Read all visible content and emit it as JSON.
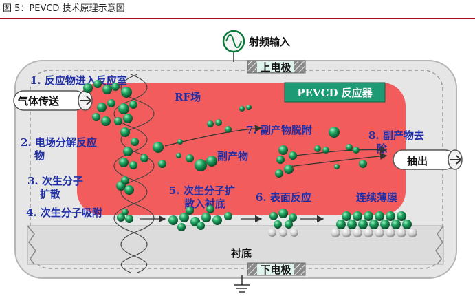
{
  "title": "图 5：PEVCD 技术原理示意图",
  "diagram": {
    "rf_input": "射频输入",
    "upper_electrode": "上电极",
    "lower_electrode": "下电极",
    "reactor_label": "PEVCD 反应器",
    "rf_field": "RF场",
    "gas_delivery": "气体传送",
    "exhaust": "抽出",
    "substrate": "衬底",
    "byproduct": "副产物",
    "continuous_film": "连续薄膜",
    "steps": {
      "s1": "1. 反应物进入反应室",
      "s2_l1": "2. 电场分解反应",
      "s2_l2": "物",
      "s3_l1": "3. 次生分子",
      "s3_l2": "扩散",
      "s4": "4. 次生分子吸附",
      "s5_l1": "5. 次生分子扩",
      "s5_l2": "散入衬底",
      "s6": "6. 表面反应",
      "s7": "7. 副产物脱附",
      "s8_l1": "8. 副产物去",
      "s8_l2": "除"
    },
    "colors": {
      "plasma": "#f25c5c",
      "chamber": "#e6e6e6",
      "molecule": "#1b9a5a",
      "electrode": "#7a7a7a",
      "reactor_badge": "#1e9a74",
      "label_text": "#1f2fa8"
    }
  }
}
